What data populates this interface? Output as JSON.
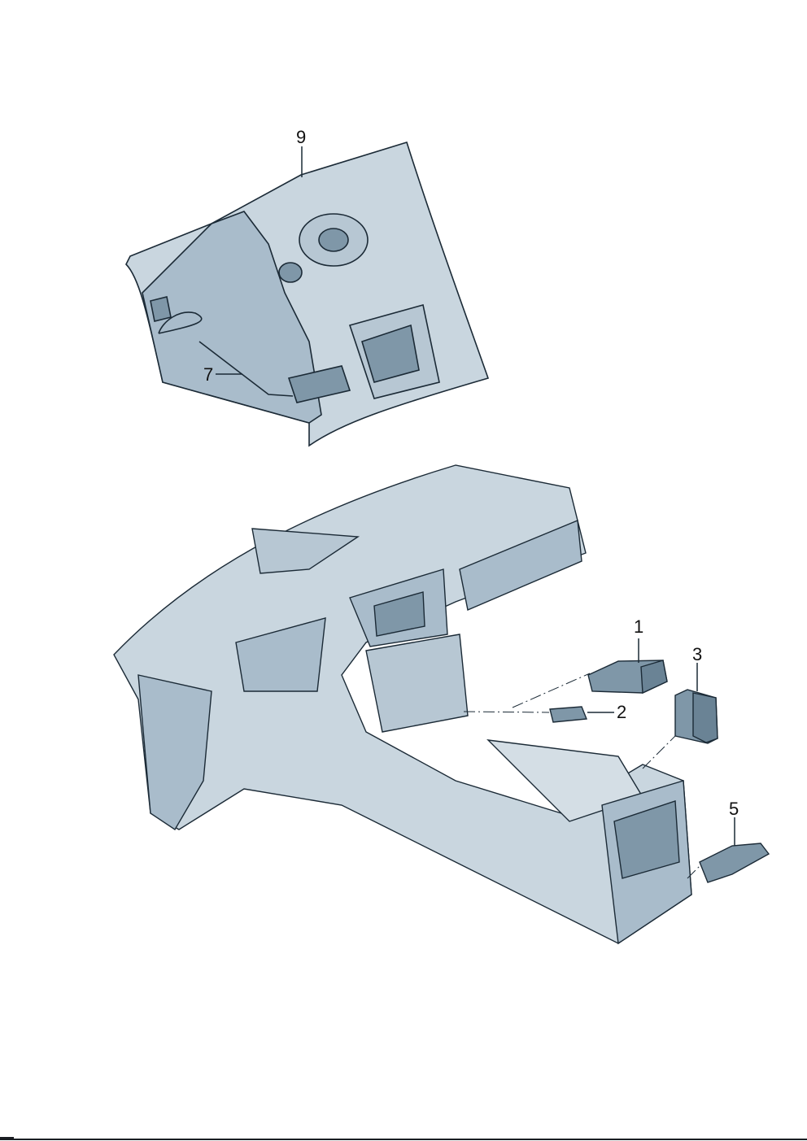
{
  "callouts": {
    "part_1": "1",
    "part_2": "2",
    "part_3": "3",
    "part_5": "5",
    "part_7": "7",
    "part_9": "9"
  },
  "colors": {
    "body_fill": "#c9d6df",
    "shade_fill": "#a9bccb",
    "part_fill": "#7f97a8",
    "line": "#1b2a36"
  }
}
